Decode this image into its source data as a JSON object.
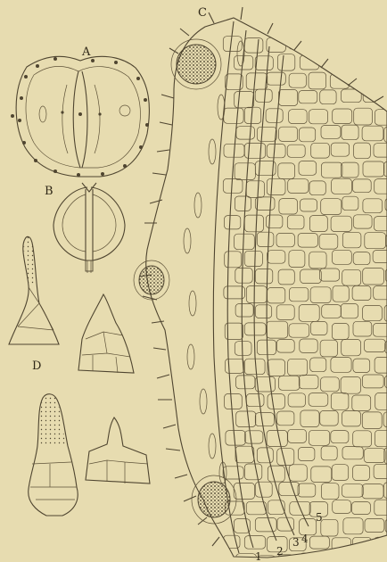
{
  "figure": {
    "labels": {
      "a": "A",
      "b": "B",
      "c": "C",
      "d": "D"
    },
    "layer_numbers": [
      "1",
      "2",
      "3",
      "4",
      "5"
    ],
    "colors": {
      "paper": "#e7dcb0",
      "ink": "#4f4530",
      "cell_fill": "#e2d6a7"
    }
  }
}
